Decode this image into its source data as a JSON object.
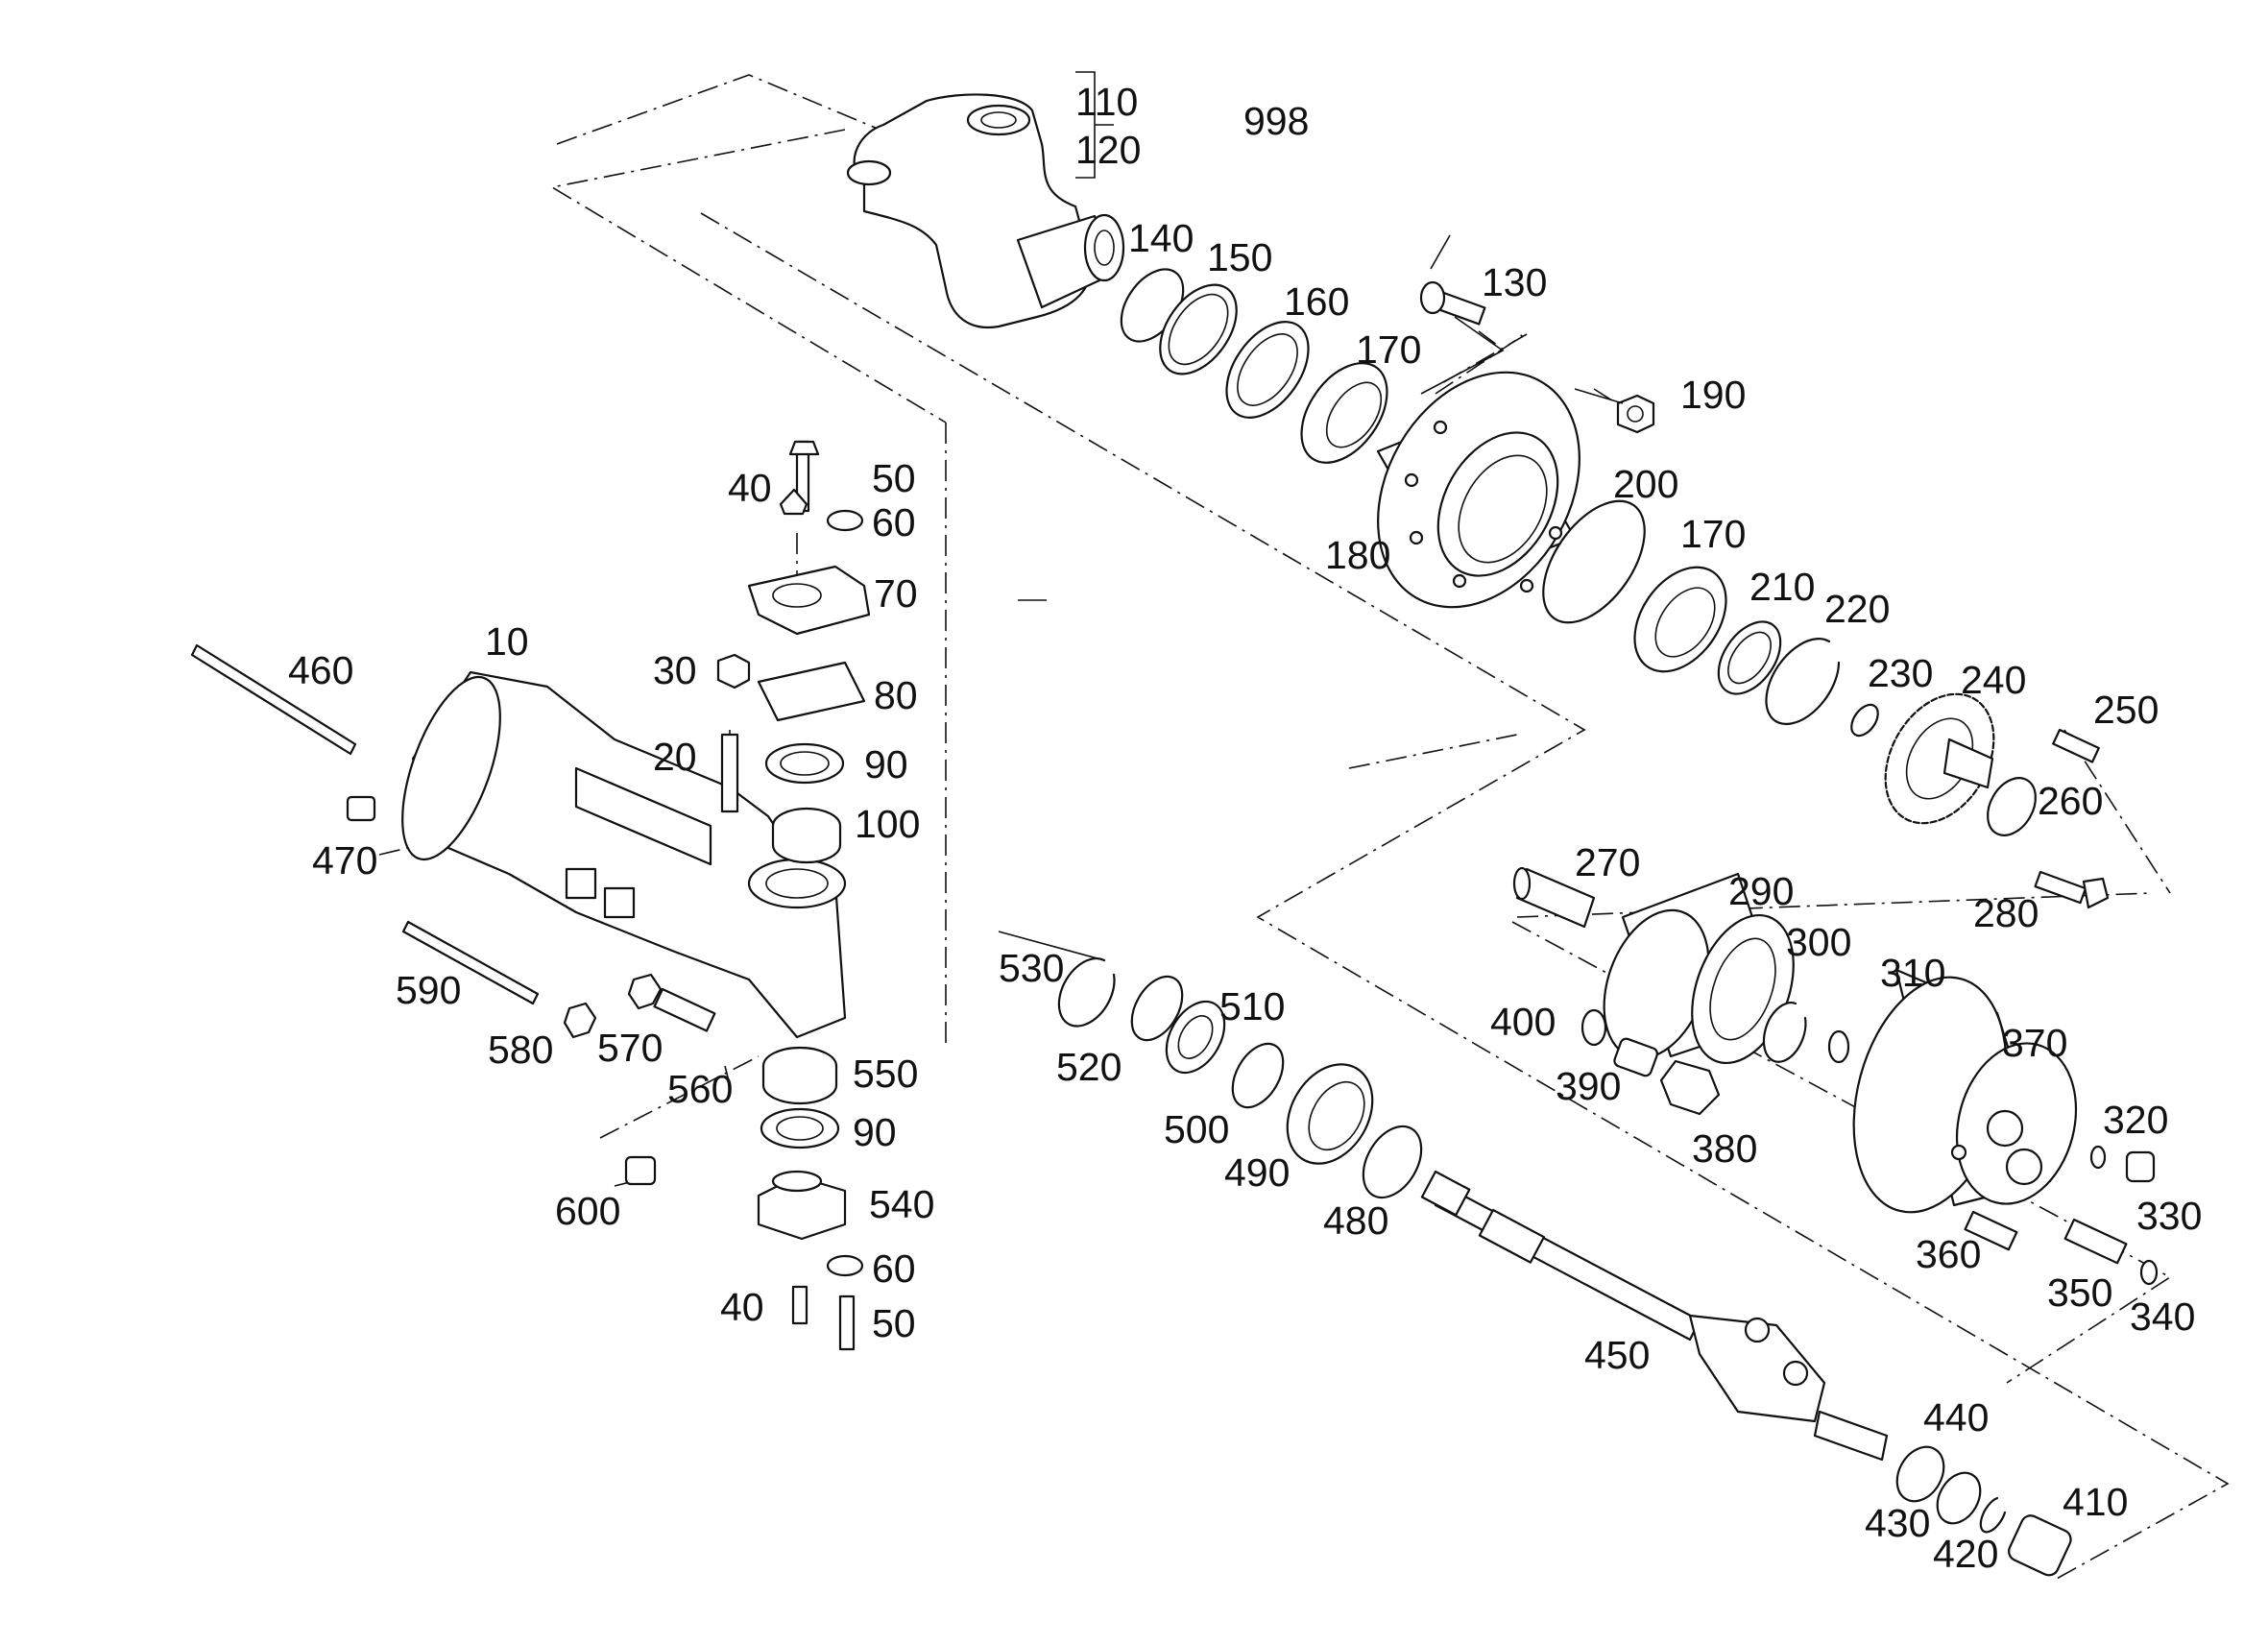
{
  "labels": {
    "p10": "10",
    "p20": "20",
    "p30": "30",
    "p40a": "40",
    "p40b": "40",
    "p50a": "50",
    "p50b": "50",
    "p60a": "60",
    "p60b": "60",
    "p70": "70",
    "p80": "80",
    "p90a": "90",
    "p90b": "90",
    "p100": "100",
    "p110": "110",
    "p120": "120",
    "p998": "998",
    "p130": "130",
    "p140": "140",
    "p150": "150",
    "p160": "160",
    "p170a": "170",
    "p170b": "170",
    "p180": "180",
    "p190": "190",
    "p200": "200",
    "p210": "210",
    "p220": "220",
    "p230": "230",
    "p240": "240",
    "p250": "250",
    "p260": "260",
    "p270": "270",
    "p280": "280",
    "p290": "290",
    "p300": "300",
    "p310": "310",
    "p320": "320",
    "p330": "330",
    "p340": "340",
    "p350": "350",
    "p360": "360",
    "p370": "370",
    "p380": "380",
    "p390": "390",
    "p400": "400",
    "p410": "410",
    "p420": "420",
    "p430": "430",
    "p440": "440",
    "p450": "450",
    "p460": "460",
    "p470": "470",
    "p480": "480",
    "p490": "490",
    "p500": "500",
    "p510": "510",
    "p520": "520",
    "p530": "530",
    "p540": "540",
    "p550": "550",
    "p560": "560",
    "p570": "570",
    "p580": "580",
    "p590": "590",
    "p600": "600"
  }
}
